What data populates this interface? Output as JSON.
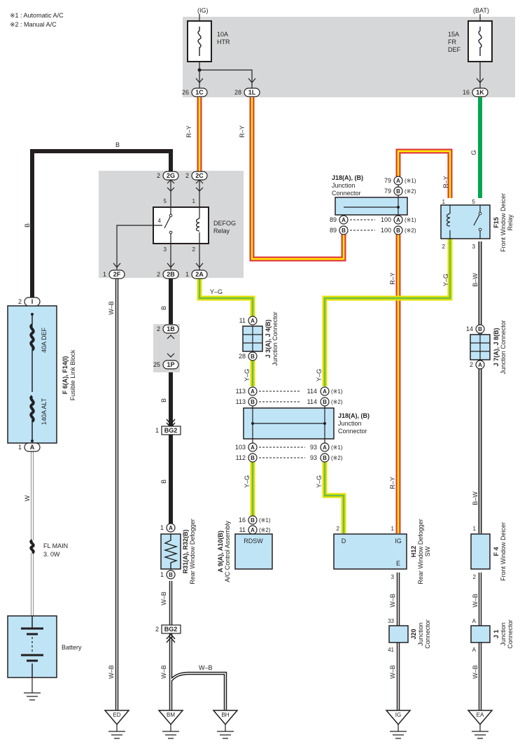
{
  "notes": [
    "※1 : Automatic A/C",
    "※2 : Manual A/C"
  ],
  "junction_block": {
    "top_labels": [
      "(IG)",
      "(BAT)"
    ],
    "fuse_htr": [
      "10A",
      "HTR"
    ],
    "fuse_frdef": [
      "15A",
      "FR",
      "DEF"
    ],
    "pins": [
      {
        "num": "26",
        "conn": "1C"
      },
      {
        "num": "28",
        "conn": "1L"
      },
      {
        "num": "16",
        "conn": "1K"
      }
    ]
  },
  "wire_colors": {
    "B": "B",
    "R-Y": "R–Y",
    "G": "G",
    "W": "W",
    "Y-G": "Y–G",
    "W-B": "W–B",
    "B-W": "B–W"
  },
  "colors": {
    "block_bg": "#d6d7d8",
    "part_fill": "#bfe4f6",
    "black": "#231f20",
    "red": "#e03a3e",
    "yellow": "#fff200",
    "green": "#00a651",
    "white": "#ffffff",
    "gray": "#8c8c8c"
  },
  "defog_relay": {
    "name": [
      "DEFOG",
      "Relay"
    ],
    "pins": [
      "5",
      "1",
      "4",
      "3",
      "2"
    ],
    "conns": [
      {
        "num": "2",
        "conn": "2G"
      },
      {
        "num": "2",
        "conn": "2C"
      },
      {
        "num": "1",
        "conn": "2F"
      },
      {
        "num": "2",
        "conn": "2B"
      },
      {
        "num": "1",
        "conn": "2A"
      }
    ]
  },
  "fusible_link": {
    "code": "F 6(A), F14(I)",
    "name": "Fusible Link Block",
    "fuse_a": "40A DEF",
    "fuse_b": "140A ALT",
    "top_pin": {
      "num": "2",
      "conn": "I"
    },
    "bottom_pin": {
      "num": "1",
      "conn": "A"
    }
  },
  "fl_main": [
    "FL MAIN",
    "3. 0W"
  ],
  "battery": "Battery",
  "j18_top": {
    "code": "J18(A), (B)",
    "name": [
      "Junction",
      "Connector"
    ],
    "rows": [
      {
        "num": "79",
        "conn": "A",
        "tag": "(※1)"
      },
      {
        "num": "79",
        "conn": "B",
        "tag": "(※2)"
      },
      {
        "lnum": "89",
        "lconn": "A",
        "rnum": "100",
        "rconn": "A",
        "tag": "(※1)"
      },
      {
        "lnum": "89",
        "lconn": "B",
        "rnum": "100",
        "rconn": "B",
        "tag": "(※2)"
      }
    ]
  },
  "f15": {
    "code": "F15",
    "name": [
      "Front Window Deicer",
      "Relay"
    ],
    "pins": [
      "1",
      "5",
      "2",
      "3"
    ]
  },
  "j3j4": {
    "code": "J 3(A), J 4(B)",
    "name": "Junction Connector",
    "top": {
      "num": "11",
      "conn": "A"
    },
    "bottom": {
      "num": "28",
      "conn": "B"
    }
  },
  "j7j8": {
    "code": "J 7(A), J 8(B)",
    "name": "Junction Connector",
    "top": {
      "num": "14",
      "conn": "B"
    },
    "bottom": {
      "num": "2",
      "conn": "A"
    }
  },
  "j18_mid": {
    "code": "J18(A), (B)",
    "name": [
      "Junction",
      "Connector"
    ],
    "rows": [
      {
        "lnum": "113",
        "lconn": "A",
        "rnum": "114",
        "rconn": "A",
        "tag": "(※1)"
      },
      {
        "lnum": "113",
        "lconn": "B",
        "rnum": "114",
        "rconn": "B",
        "tag": "(※2)"
      },
      {
        "lnum": "103",
        "lconn": "A",
        "rnum": "93",
        "rconn": "A",
        "tag": "(※1)"
      },
      {
        "lnum": "112",
        "lconn": "B",
        "rnum": "93",
        "rconn": "B",
        "tag": "(※2)"
      }
    ]
  },
  "inline_conns": [
    {
      "num": "2",
      "conn": "1B"
    },
    {
      "num": "25",
      "conn": "1P"
    },
    {
      "num": "1",
      "conn": "BG2"
    },
    {
      "num": "2",
      "conn": "BG2"
    }
  ],
  "r31": {
    "code": "R31(A), R32(B)",
    "name": "Rear Window Defogger",
    "top": {
      "num": "1",
      "conn": "A"
    },
    "bottom": {
      "num": "1",
      "conn": "B"
    }
  },
  "a9": {
    "code": "A 9(A), A10(B)",
    "name": "A/C Control Assembly",
    "label": "RDSW",
    "pins": [
      {
        "num": "16",
        "conn": "B",
        "tag": "(※1)"
      },
      {
        "num": "11",
        "conn": "A",
        "tag": "(※2)"
      }
    ]
  },
  "h12": {
    "code": "H12",
    "name": [
      "Rear Window Defogger",
      "SW"
    ],
    "labels": [
      "D",
      "IG",
      "E"
    ],
    "pins": [
      "2",
      "1",
      "3"
    ]
  },
  "f4": {
    "code": "F 4",
    "name": "Front Window Deicer",
    "pins": [
      "1",
      "2"
    ]
  },
  "j20": {
    "code": "J20",
    "name": [
      "Junction",
      "Connector"
    ],
    "pins": [
      "33",
      "41"
    ]
  },
  "j1": {
    "code": "J 1",
    "name": [
      "Junction",
      "Connector"
    ],
    "pins": [
      "A",
      "A"
    ]
  },
  "grounds": [
    "ED",
    "BM",
    "BH",
    "IG",
    "EA"
  ]
}
